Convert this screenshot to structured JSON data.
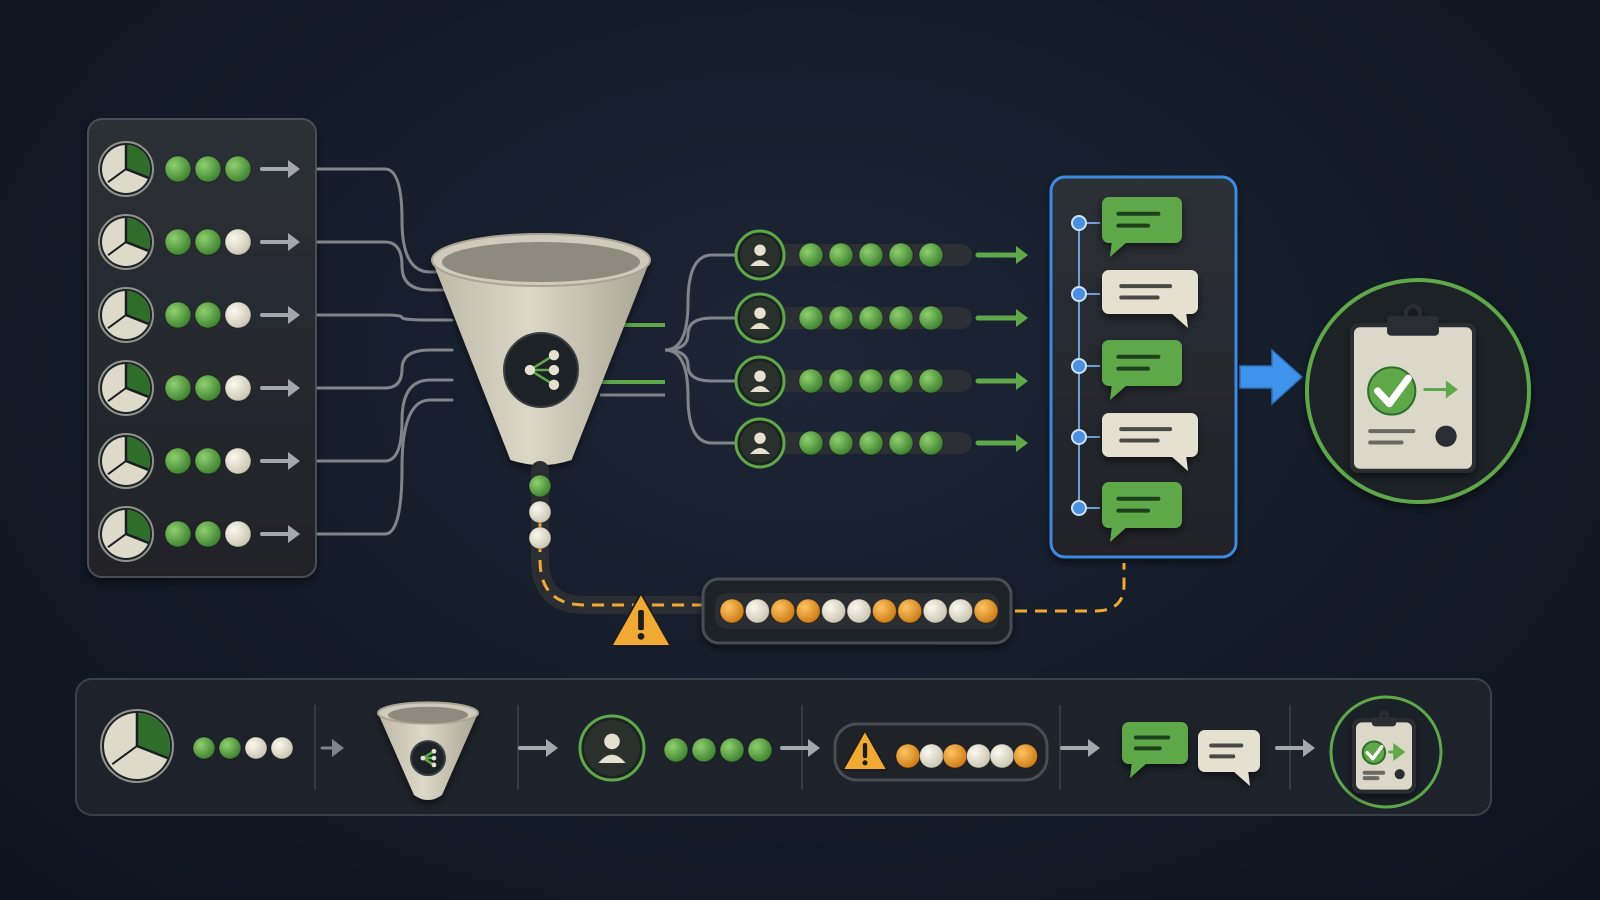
{
  "colors": {
    "background": "#151c29",
    "panel": "#262a30",
    "panel_border": "#4a4f57",
    "green": "#5fa84a",
    "green_dark": "#2f6d2a",
    "cream": "#e5e0d0",
    "orange": "#e89a2a",
    "blue": "#3d8be0",
    "line": "#9aa0a6",
    "warning": "#f1a935"
  },
  "icons": {
    "source": "pie-clock-icon",
    "funnel": "funnel-share-icon",
    "worker": "user-icon",
    "message": "chat-bubble-icon",
    "warning": "warning-icon",
    "result": "clipboard-check-icon"
  },
  "sources": [
    {
      "beads": [
        "green",
        "green",
        "green"
      ]
    },
    {
      "beads": [
        "green",
        "green",
        "cream"
      ]
    },
    {
      "beads": [
        "green",
        "green",
        "cream"
      ]
    },
    {
      "beads": [
        "green",
        "green",
        "cream"
      ]
    },
    {
      "beads": [
        "green",
        "green",
        "cream"
      ]
    },
    {
      "beads": [
        "green",
        "green",
        "cream"
      ]
    }
  ],
  "workers": [
    {
      "beads": 5
    },
    {
      "beads": 5
    },
    {
      "beads": 5
    },
    {
      "beads": 5
    }
  ],
  "funnel_drop": [
    "green",
    "cream",
    "cream"
  ],
  "error_queue": [
    "orange",
    "cream",
    "orange",
    "orange",
    "cream",
    "cream",
    "orange",
    "orange",
    "cream",
    "cream",
    "orange"
  ],
  "messages": [
    "green",
    "cream",
    "green",
    "cream",
    "green"
  ],
  "legend": {
    "source_beads": [
      "green",
      "green",
      "cream",
      "cream"
    ],
    "worker_beads": [
      "green",
      "green",
      "green",
      "green"
    ],
    "queue_beads": [
      "orange",
      "cream",
      "orange",
      "cream",
      "cream",
      "orange"
    ],
    "messages": [
      "green",
      "cream"
    ]
  }
}
